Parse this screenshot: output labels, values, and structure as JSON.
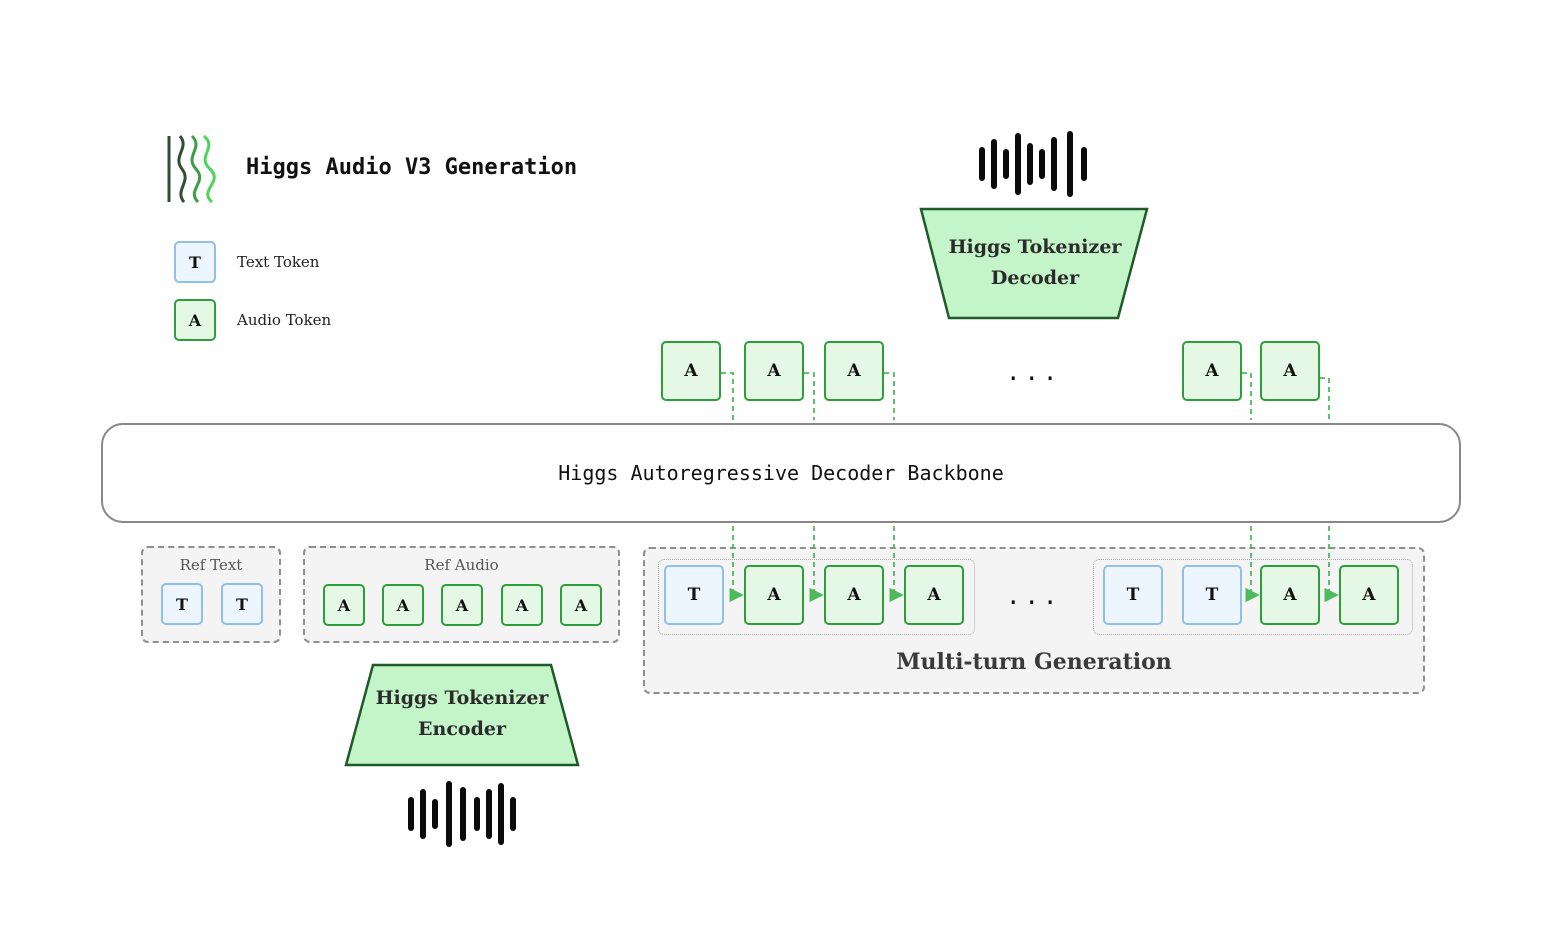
{
  "title": "Higgs Audio V3 Generation",
  "legend": [
    {
      "symbol": "T",
      "label": "Text Token"
    },
    {
      "symbol": "A",
      "label": "Audio Token"
    }
  ],
  "decoder": {
    "line1": "Higgs Tokenizer",
    "line2": "Decoder"
  },
  "encoder": {
    "line1": "Higgs Tokenizer",
    "line2": "Encoder"
  },
  "backbone": "Higgs Autoregressive Decoder Backbone",
  "output_tokens": [
    "A",
    "A",
    "A",
    "A",
    "A"
  ],
  "ellipsis": "...",
  "ref_text": {
    "label": "Ref Text",
    "tokens": [
      "T",
      "T"
    ]
  },
  "ref_audio": {
    "label": "Ref Audio",
    "tokens": [
      "A",
      "A",
      "A",
      "A",
      "A"
    ]
  },
  "multi_turn": {
    "label": "Multi-turn Generation",
    "turn1": [
      "T",
      "A",
      "A",
      "A"
    ],
    "turn2": [
      "T",
      "T",
      "A",
      "A"
    ]
  },
  "colors": {
    "text_token_fill": "#edf5fe",
    "text_token_border": "#90c0ea",
    "audio_token_fill": "#e5f8e5",
    "audio_token_border": "#2e9e3a",
    "tokenizer_fill": "#c4f5c8",
    "tokenizer_border": "#1f5a28",
    "arrow": "#4cbb5a",
    "waveform": "#0a0a0a"
  },
  "icons": [
    "higgs-logo-icon",
    "waveform-icon"
  ]
}
